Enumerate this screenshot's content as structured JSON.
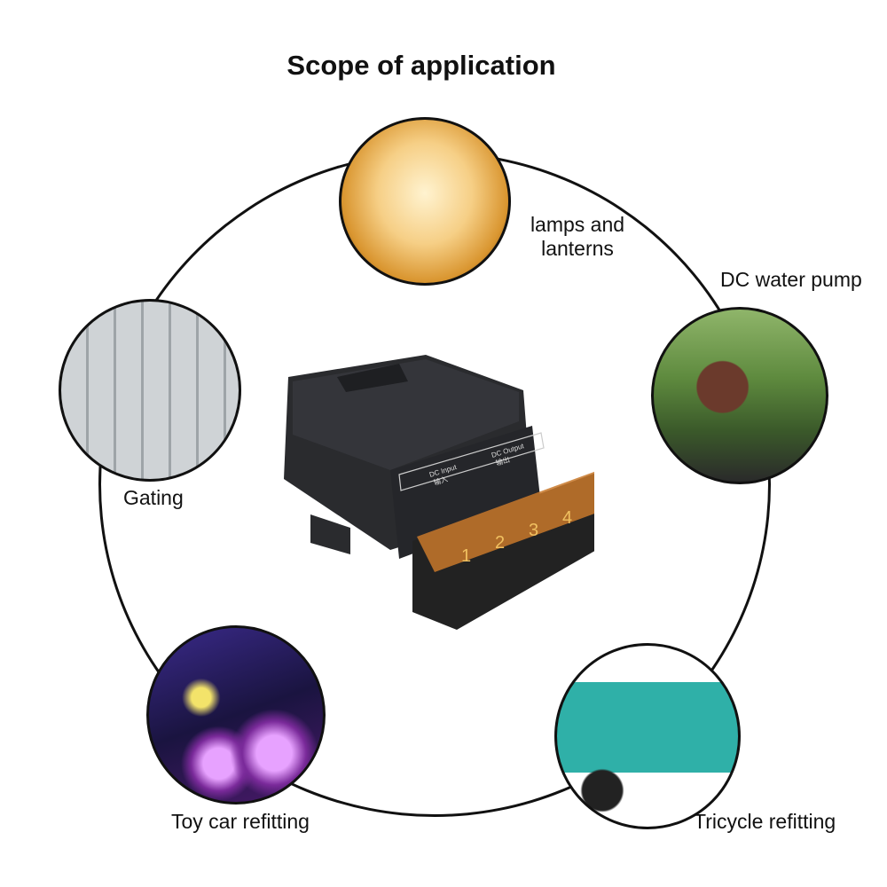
{
  "title": "Scope of application",
  "applications": [
    {
      "label_line1": "lamps and",
      "label_line2": "lanterns",
      "icon": "lamp-photo"
    },
    {
      "label": "DC water pump",
      "icon": "water-pump-photo"
    },
    {
      "label": "Gating",
      "icon": "shutter-door-photo"
    },
    {
      "label": "Toy car refitting",
      "icon": "toy-car-photo"
    },
    {
      "label": "Tricycle refitting",
      "icon": "tricycle-photo"
    }
  ],
  "device": {
    "input_label": "DC Input",
    "input_cn": "输入",
    "output_label": "DC Output",
    "output_cn": "输出",
    "terminals": [
      "1",
      "2",
      "3",
      "4"
    ]
  },
  "colors": {
    "ring": "#111111",
    "device": "#2a2b2e",
    "terminal_cover": "#c8782a"
  }
}
